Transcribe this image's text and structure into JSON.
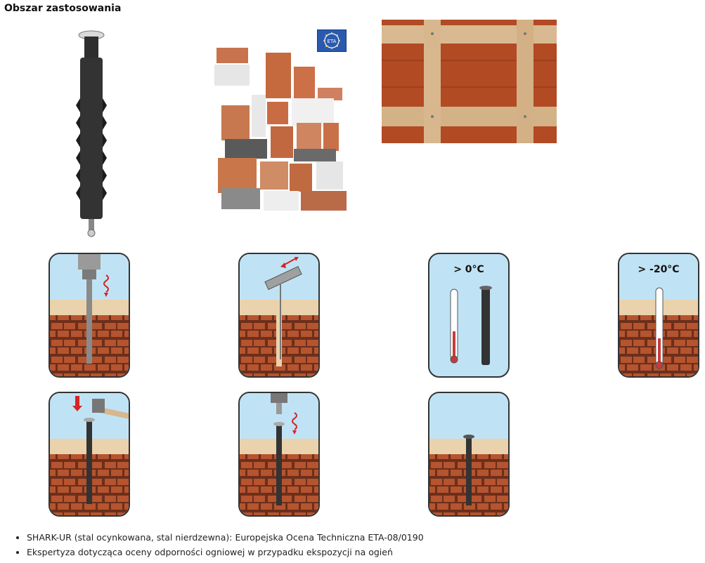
{
  "heading": "Obszar zastosowania",
  "eta_badge": "ETA",
  "temps": {
    "above_zero": "> 0°C",
    "above_minus_twenty": "> -20°C"
  },
  "bullets": [
    "SHARK-UR (stal ocynkowana, stal nierdzewna): Europejska Ocena Techniczna ETA-08/0190",
    "Ekspertyza dotycząca oceny odporności ogniowej w przypadku ekspozycji na ogień"
  ]
}
